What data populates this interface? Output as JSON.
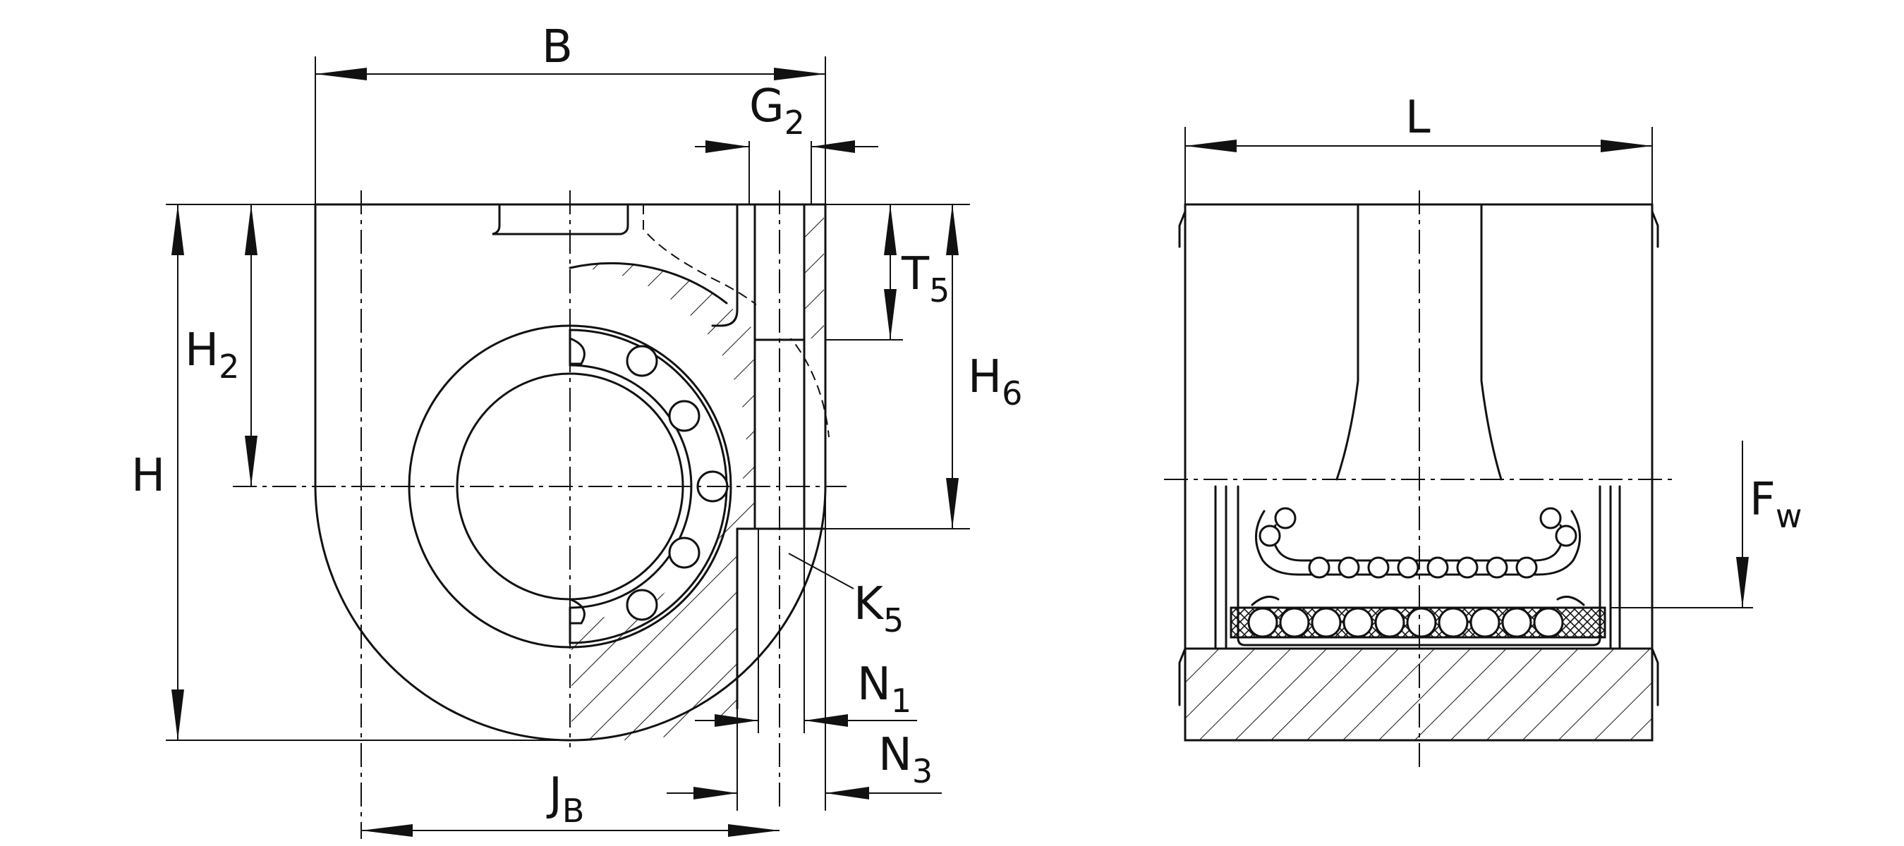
{
  "labels": {
    "B": "B",
    "G2": {
      "main": "G",
      "sub": "2"
    },
    "L": "L",
    "H": "H",
    "H2": {
      "main": "H",
      "sub": "2"
    },
    "T5": {
      "main": "T",
      "sub": "5"
    },
    "H6": {
      "main": "H",
      "sub": "6"
    },
    "Fw": {
      "main": "F",
      "sub": "w"
    },
    "K5": {
      "main": "K",
      "sub": "5"
    },
    "N1": {
      "main": "N",
      "sub": "1"
    },
    "N3": {
      "main": "N",
      "sub": "3"
    },
    "JB": {
      "main": "J",
      "sub": "B"
    }
  }
}
